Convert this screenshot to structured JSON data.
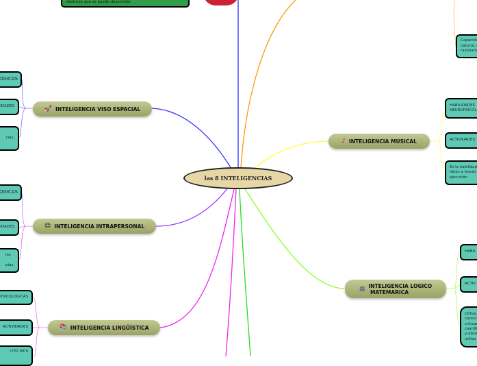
{
  "center": {
    "label": "las 8 INTELIGENCIAS"
  },
  "top_box": {
    "text": "destreza que se puede desarrollar."
  },
  "branches": {
    "viso": {
      "label": "INTELIGENCIA VISO ESPACIAL",
      "icon": "rocket-icon",
      "leaves": [
        "OGICAS",
        "IDADES",
        "cias,"
      ]
    },
    "intra": {
      "label": "INTELIGENCIA INTRAPERSONAL",
      "icon": "smiley-icon",
      "leaves": [
        "OGICAS",
        "IDADES",
        "las\n\npias."
      ]
    },
    "ling": {
      "label": "INTELIGENCIA LINGÜÍSTICA",
      "icon": "books-icon",
      "leaves": [
        "PSICOLOGICAS",
        "ACTIVIDADES",
        "crito para"
      ]
    },
    "musical": {
      "label": "INTELIGENCIA MUSICAL",
      "icon": "musician-icon",
      "leaves": [
        "HABILIDADES\n NEUROPSICOL",
        "ACTIVIDADES",
        "Es la habilidad\nideas a través\nejecución"
      ]
    },
    "logico": {
      "label": "INTELIGENCIA LOGICO\n MATEMARICA",
      "icon": "calculator-icon",
      "leaves": [
        "HABIL",
        "ACTIV",
        "Utiliza\nconoci\ncrítican\ncientífi\ny abstr\nutiliza"
      ]
    },
    "naturalista_leaf": {
      "text": "Capacidad\nnatural, c\nrazonami"
    }
  },
  "colors": {
    "blue": "#3333ff",
    "orange": "#ff9900",
    "yellow": "#ffff33",
    "purple": "#9933ff",
    "magenta": "#ee22ee",
    "green": "#22dd22",
    "lime": "#88ff22",
    "leaf": "#5fcab3",
    "branch": "#b3ba7d",
    "center": "#e8d7a6"
  }
}
